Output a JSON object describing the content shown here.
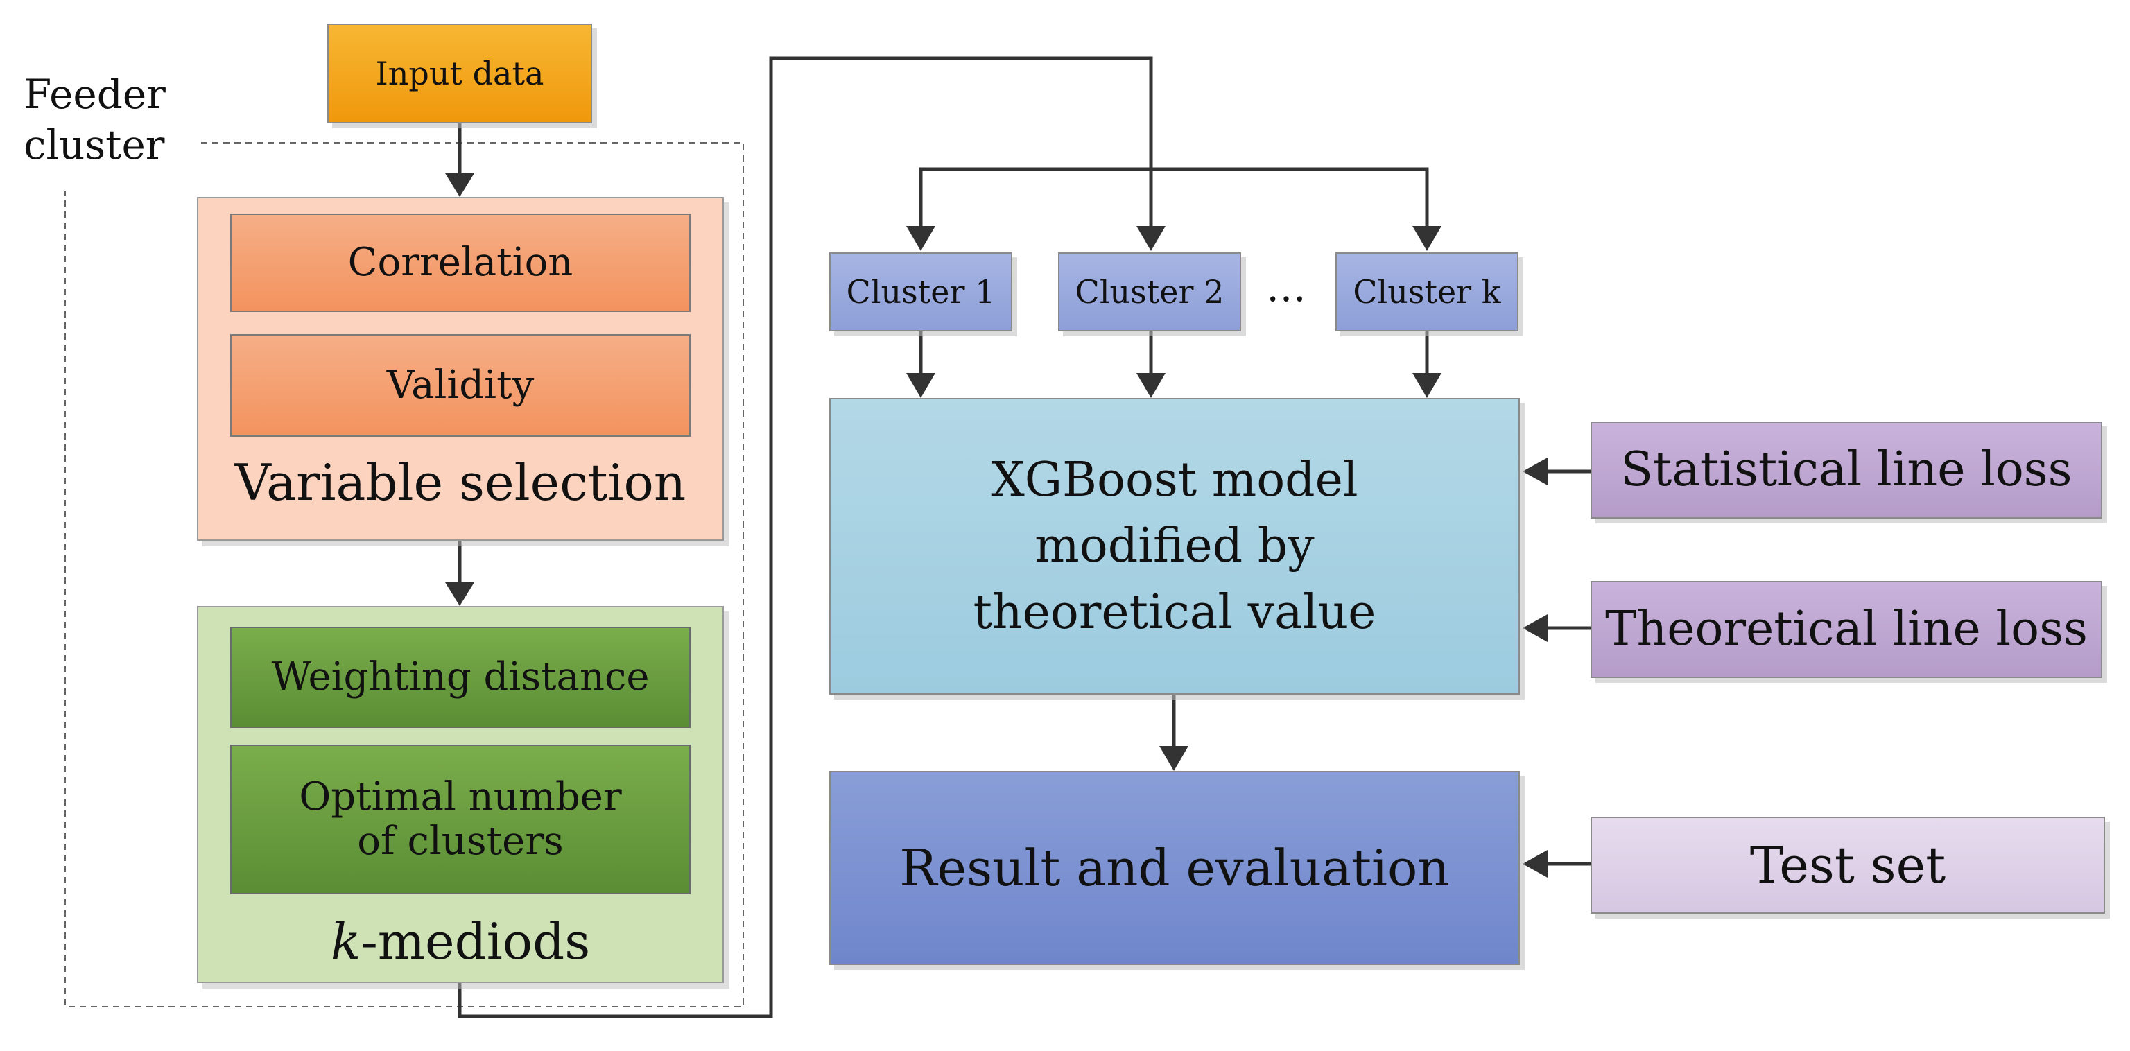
{
  "group": {
    "label_line1": "Feeder",
    "label_line2": "cluster"
  },
  "input": {
    "label": "Input data"
  },
  "variable_selection": {
    "title": "Variable selection",
    "items": [
      "Correlation",
      "Validity"
    ]
  },
  "k_mediods": {
    "title_italic": "k",
    "title_rest": "-mediods",
    "items": [
      "Weighting distance",
      "Optimal number",
      "of clusters"
    ]
  },
  "clusters": {
    "items": [
      "Cluster 1",
      "Cluster 2",
      "Cluster k"
    ],
    "ellipsis": "…"
  },
  "model": {
    "lines": [
      "XGBoost model",
      "modified by",
      "theoretical value"
    ]
  },
  "losses": {
    "statistical": "Statistical line loss",
    "theoretical": "Theoretical line loss"
  },
  "result": {
    "label": "Result and evaluation"
  },
  "test": {
    "label": "Test set"
  },
  "colors": {
    "input": "#f5a623",
    "var_panel": "#fbd3bf",
    "var_item": "#f4a07a",
    "k_panel": "#cfe2b5",
    "k_item": "#66993e",
    "cluster": "#98a8dc",
    "model": "#a9d3e3",
    "result": "#7f95d4",
    "loss": "#c2a9d4",
    "test": "#ddd0e6",
    "arrow": "#333333"
  }
}
